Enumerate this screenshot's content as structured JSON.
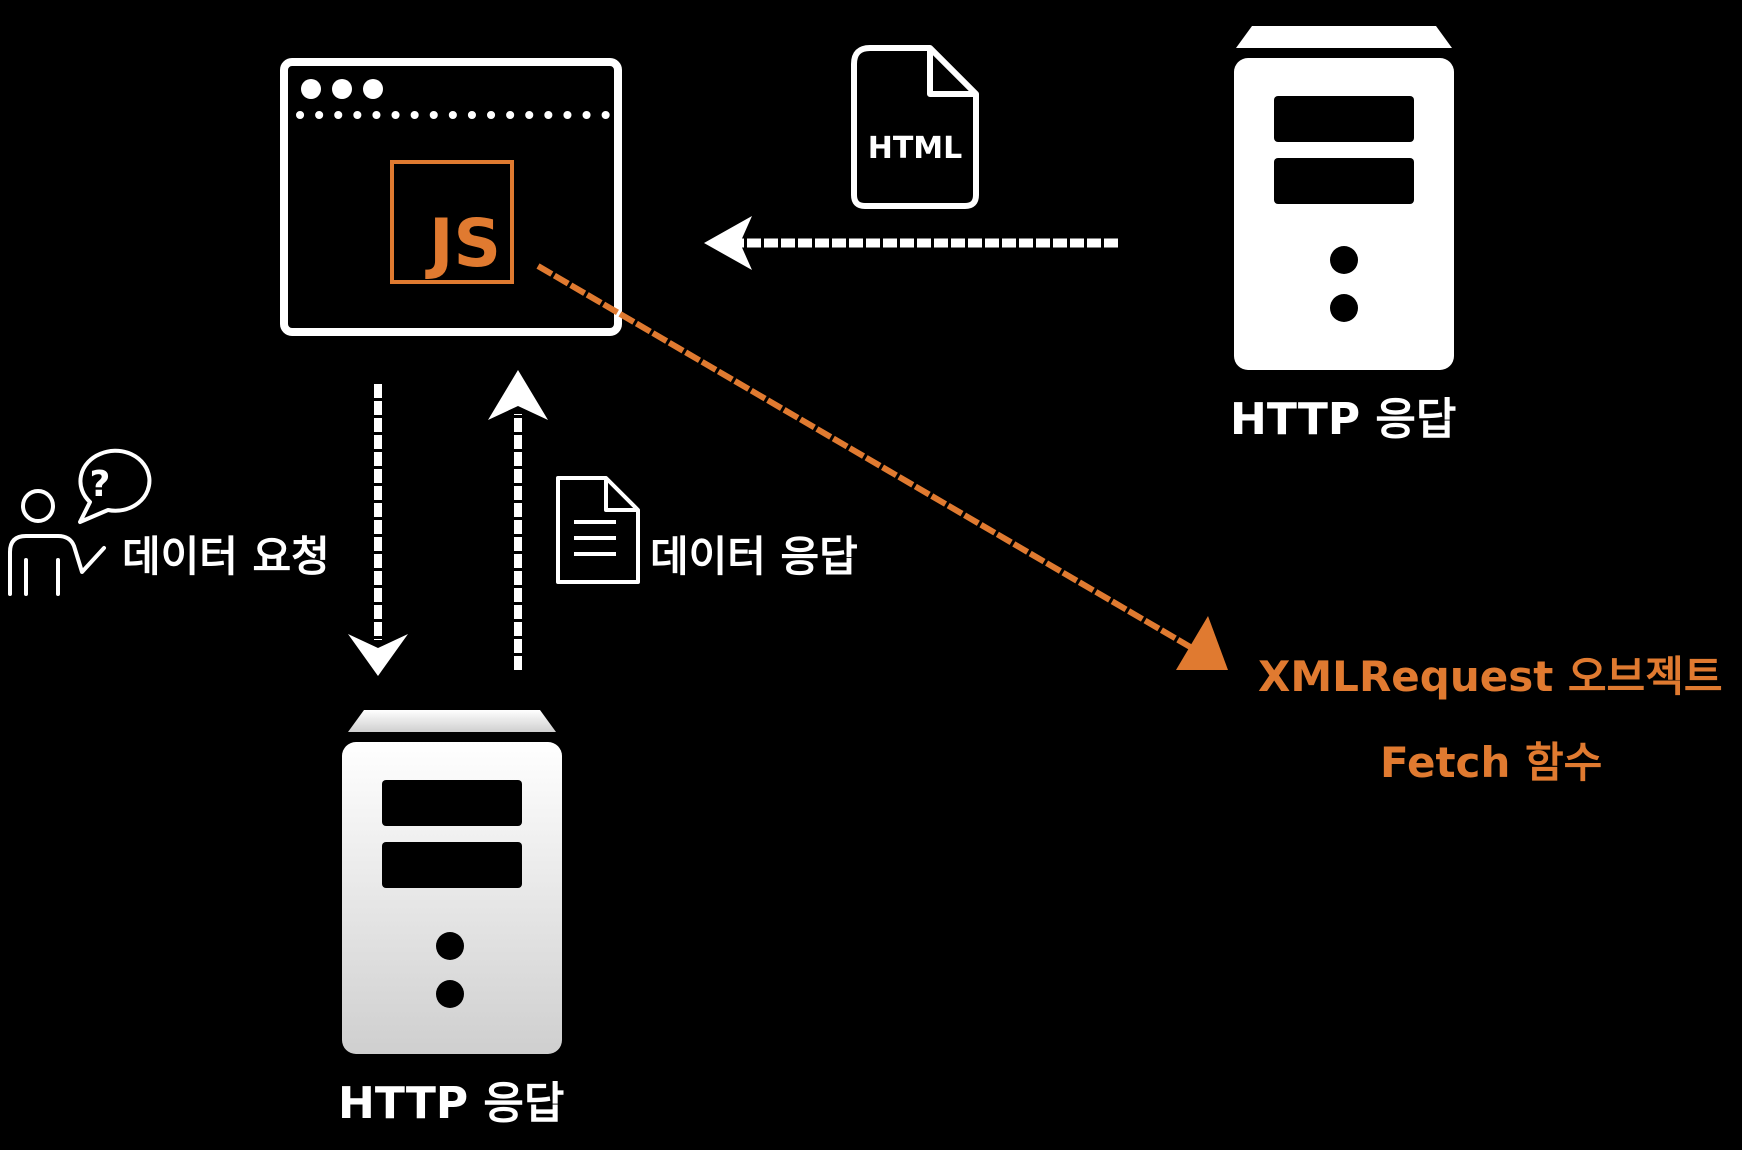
{
  "colors": {
    "background": "#000000",
    "foreground": "#ffffff",
    "accent": "#e07a30"
  },
  "icons": {
    "browser": "browser-window-icon",
    "js": "javascript-logo-icon",
    "html_file": "html-file-icon",
    "server": "server-icon",
    "user": "person-question-icon",
    "document": "document-icon"
  },
  "browser": {
    "js_label": "JS"
  },
  "html_file": {
    "label": "HTML"
  },
  "server_top": {
    "label": "HTTP 응답"
  },
  "server_bottom": {
    "label": "HTTP 응답"
  },
  "user": {
    "question_mark": "?"
  },
  "request": {
    "label": "데이터 요청"
  },
  "response": {
    "label": "데이터 응답"
  },
  "api": {
    "xml_label": "XMLRequest 오브젝트",
    "fetch_label": "Fetch 함수"
  }
}
